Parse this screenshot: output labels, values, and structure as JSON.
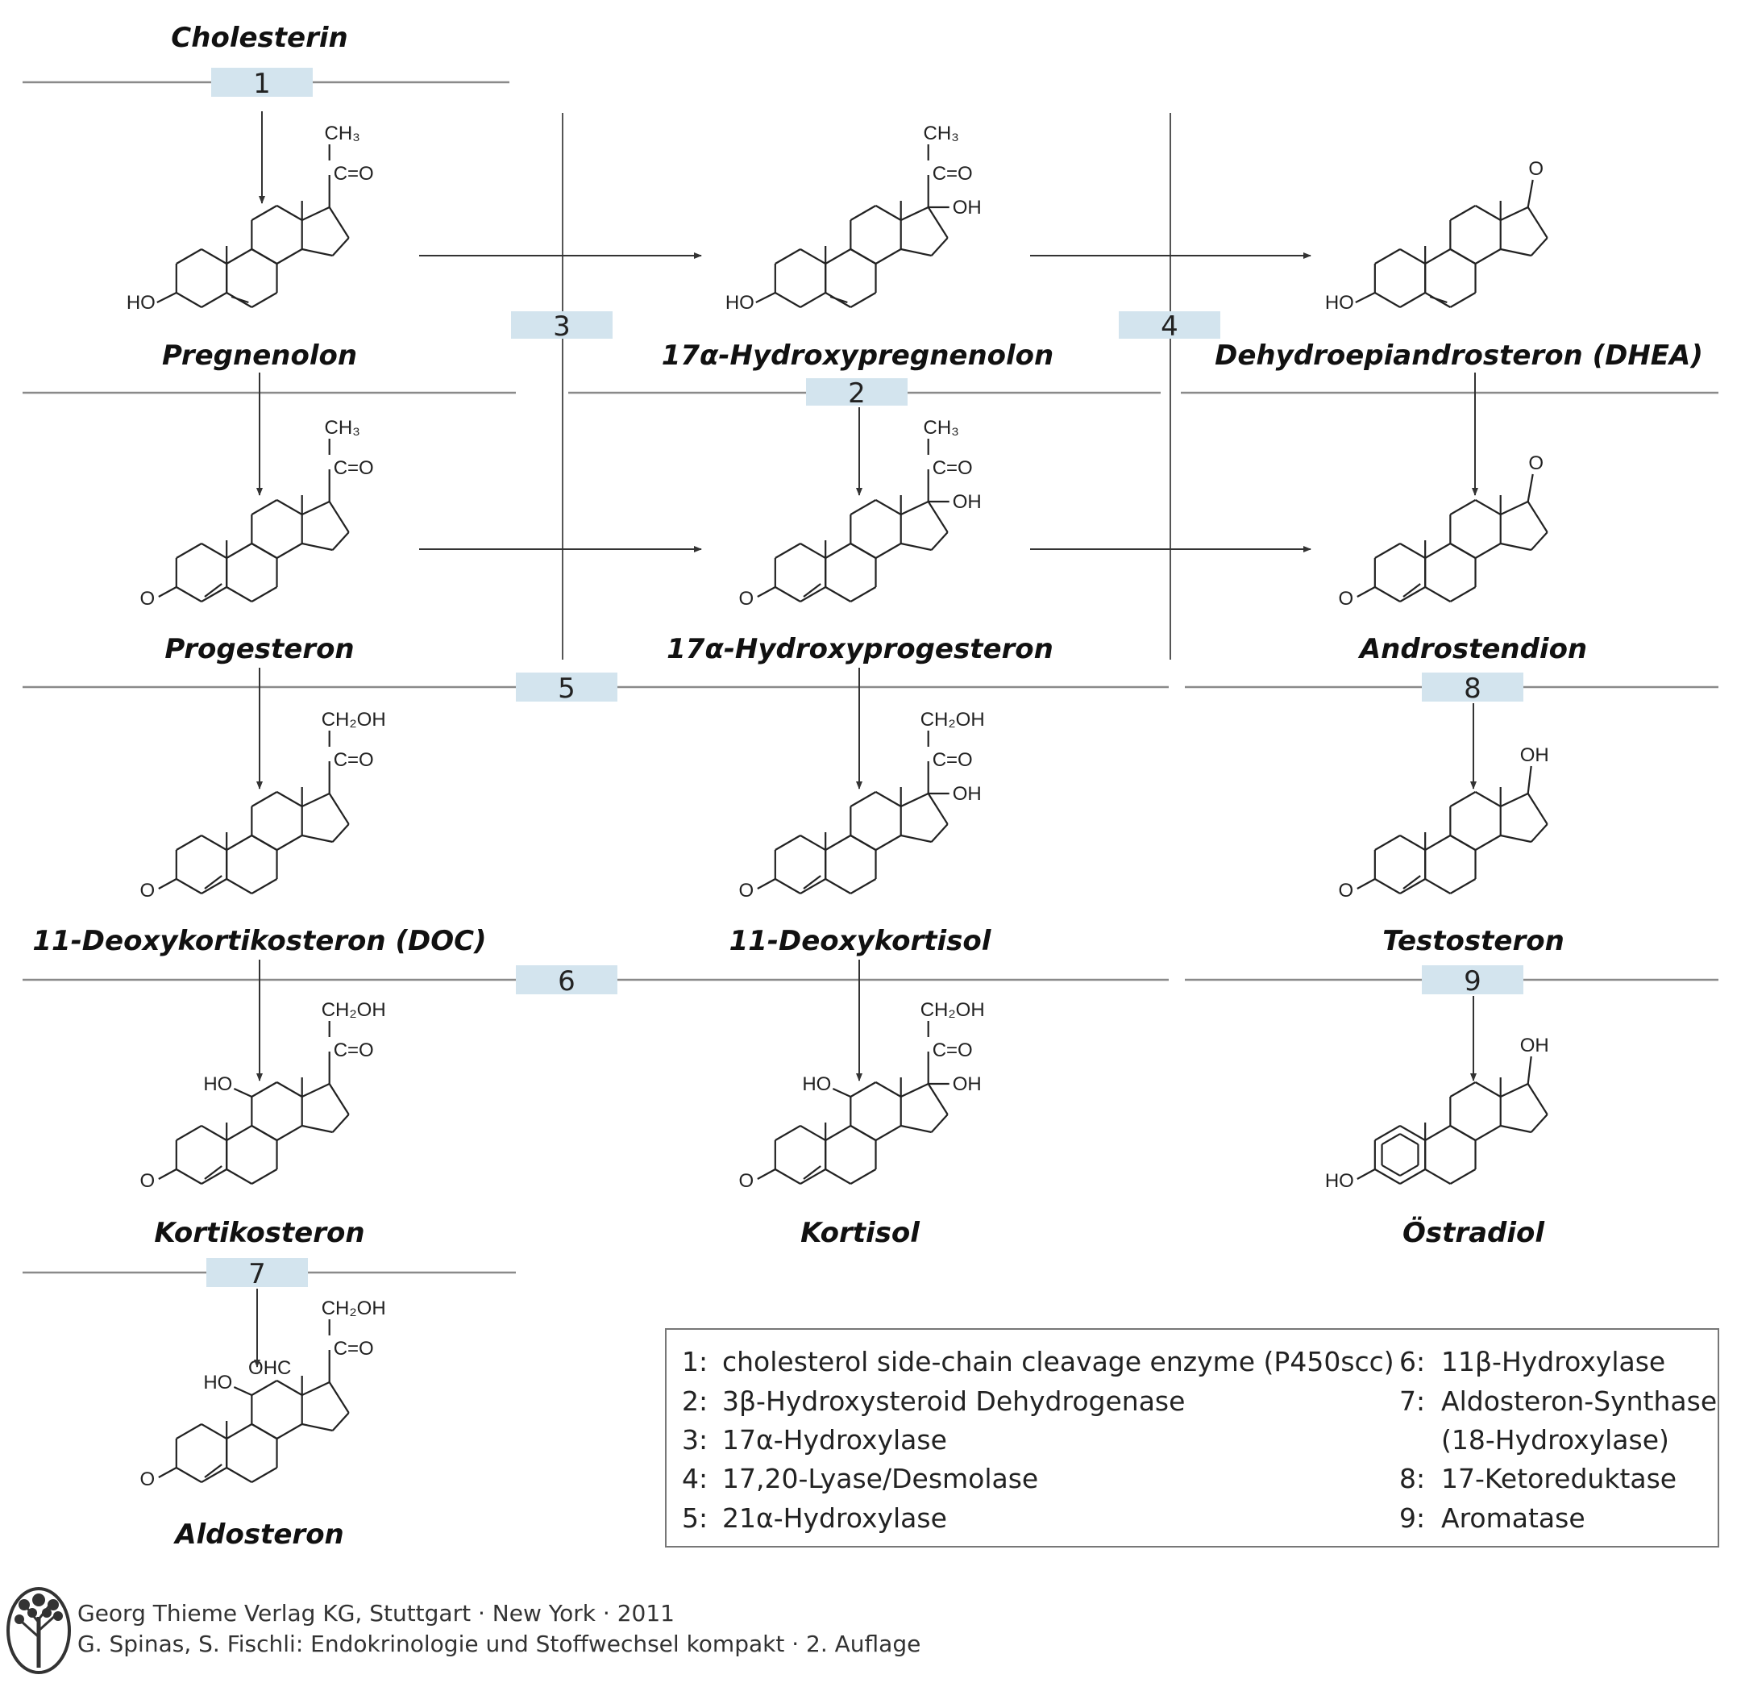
{
  "start_compound": "Cholesterin",
  "compounds": [
    {
      "name": "Pregnenolon",
      "ring": "A-3OH",
      "side": "acetyl"
    },
    {
      "name": "17α-Hydroxypregnenolon",
      "ring": "A-3OH",
      "side": "acetyl-17OH"
    },
    {
      "name": "Dehydroepiandrosteron (DHEA)",
      "ring": "A-3OH",
      "side": "17keto"
    },
    {
      "name": "Progesteron",
      "ring": "A-3keto",
      "side": "acetyl"
    },
    {
      "name": "17α-Hydroxyprogesteron",
      "ring": "A-3keto",
      "side": "acetyl-17OH"
    },
    {
      "name": "Androstendion",
      "ring": "A-3keto",
      "side": "17keto"
    },
    {
      "name": "11-Deoxykortikosteron (DOC)",
      "ring": "A-3keto",
      "side": "ketol"
    },
    {
      "name": "11-Deoxykortisol",
      "ring": "A-3keto",
      "side": "ketol-17OH"
    },
    {
      "name": "Testosteron",
      "ring": "A-3keto",
      "side": "17OH"
    },
    {
      "name": "Kortikosteron",
      "ring": "A-3keto",
      "side": "ketol-11OH"
    },
    {
      "name": "Kortisol",
      "ring": "A-3keto",
      "side": "ketol-17OH-11OH"
    },
    {
      "name": "Östradiol",
      "ring": "aromatic",
      "side": "17OH"
    },
    {
      "name": "Aldosteron",
      "ring": "A-3keto",
      "side": "ketol-11OH-18CHO"
    }
  ],
  "atom_labels": {
    "ch3": "CH₃",
    "ch2oh": "CH₂OH",
    "co": "C=O",
    "oh": "OH",
    "ho": "HO",
    "ohc": "OHC",
    "o": "O"
  },
  "enzyme_numbers": [
    "1",
    "2",
    "3",
    "4",
    "5",
    "6",
    "7",
    "8",
    "9"
  ],
  "legend": {
    "left": [
      {
        "num": "1:",
        "text": "cholesterol side-chain cleavage enzyme (P450scc)"
      },
      {
        "num": "2:",
        "text": "3β-Hydroxysteroid Dehydrogenase"
      },
      {
        "num": "3:",
        "text": "17α-Hydroxylase"
      },
      {
        "num": "4:",
        "text": "17,20-Lyase/Desmolase"
      },
      {
        "num": "5:",
        "text": "21α-Hydroxylase"
      }
    ],
    "right": [
      {
        "num": "6:",
        "text": "11β-Hydroxylase"
      },
      {
        "num": "7:",
        "text": "Aldosteron-Synthase"
      },
      {
        "num": "",
        "text": "(18-Hydroxylase)"
      },
      {
        "num": "8:",
        "text": "17-Ketoreduktase"
      },
      {
        "num": "9:",
        "text": "Aromatase"
      }
    ]
  },
  "publisher": {
    "line1": "Georg Thieme Verlag KG, Stuttgart · New York · 2011",
    "line2": "G. Spinas, S. Fischli: Endokrinologie und Stoffwechsel kompakt · 2. Auflage",
    "logo": "tree-logo"
  },
  "colors": {
    "enzyme_box": "#d3e4ee",
    "divider": "#8a8a8a",
    "text": "#111111"
  }
}
